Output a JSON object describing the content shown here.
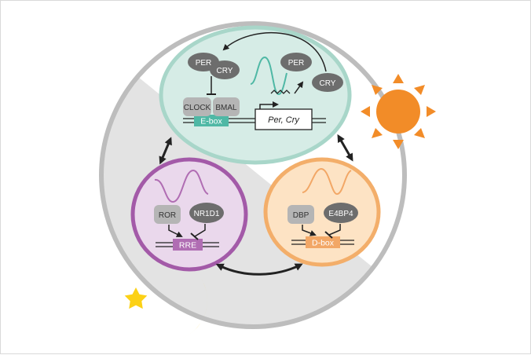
{
  "diagram": {
    "ebox_loop": {
      "complex_top": [
        "PER",
        "CRY"
      ],
      "free_per": "PER",
      "free_cry": "CRY",
      "activators": [
        "CLOCK",
        "BMAL"
      ],
      "element": "E-box",
      "target_genes": "Per, Cry"
    },
    "rre_loop": {
      "activator": "ROR",
      "repressor": "NR1D1",
      "element": "RRE"
    },
    "dbox_loop": {
      "activator": "DBP",
      "repressor": "E4BP4",
      "element": "D-box"
    }
  },
  "colors": {
    "ebox_fill": "#d6ece6",
    "ebox_border": "#a8d6c9",
    "ebox_accent": "#4fb8a5",
    "rre_fill": "#ead8ec",
    "rre_border": "#a35aa8",
    "rre_accent": "#b06db3",
    "dbox_fill": "#fde3c4",
    "dbox_border": "#f3ae6a",
    "dbox_accent": "#f2a766",
    "protein_dark": "#6d6d6d",
    "protein_light": "#b5b5b5",
    "night_shade": "#e3e3e3",
    "ring": "#bdbdbd",
    "sun": "#f28c28",
    "moon": "#fcd116"
  },
  "icons": [
    "sun-icon",
    "moon-icon",
    "star-icon"
  ]
}
